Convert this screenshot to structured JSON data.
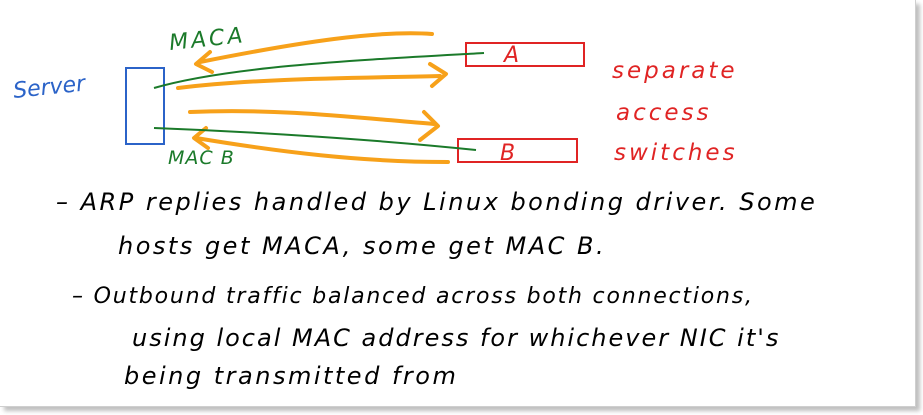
{
  "colors": {
    "server": "#2b63c8",
    "mac_label": "#1b7a2a",
    "arrow": "#f7a11a",
    "switch": "#e02424",
    "text": "#000000"
  },
  "diagram": {
    "server_label": "Server",
    "mac_a_label": "MACA",
    "mac_b_label": "MAC B",
    "switch_a_label": "A",
    "switch_b_label": "B",
    "switches_note": [
      "separate",
      "access",
      "switches"
    ]
  },
  "notes": {
    "line1": "– ARP replies handled by Linux bonding driver.  Some",
    "line2": "hosts get MACA, some get MAC B.",
    "line3": "– Outbound traffic  balanced across both connections,",
    "line4": "using local MAC address for whichever NIC it's",
    "line5": "being transmitted from"
  }
}
